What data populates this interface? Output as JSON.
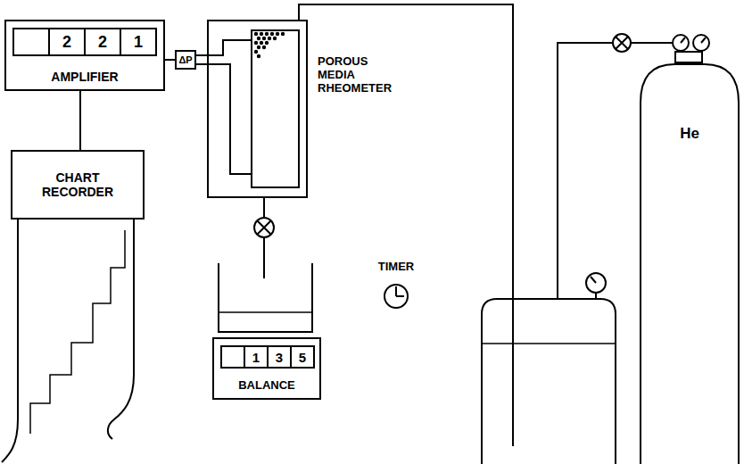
{
  "diagram": {
    "nodes": [
      {
        "text": [
          "AMPLIFIER"
        ]
      },
      {
        "text": [
          "ΔP"
        ]
      },
      {
        "text": [
          "POROUS MEDIA RHEOMETER"
        ]
      },
      {
        "text": [
          "CHART RECORDER"
        ]
      },
      {
        "text": [
          "BALANCE"
        ]
      },
      {
        "text": [
          "He"
        ]
      }
    ],
    "edges": [
      {
        "from": 0,
        "to": 1,
        "arrow": "none"
      },
      {
        "from": 0,
        "to": 3,
        "arrow": "none"
      },
      {
        "from": 1,
        "to": 2,
        "arrow": "none"
      }
    ],
    "labels": [
      "2",
      "2",
      "1",
      "1",
      "3",
      "5",
      "TIMER"
    ]
  }
}
